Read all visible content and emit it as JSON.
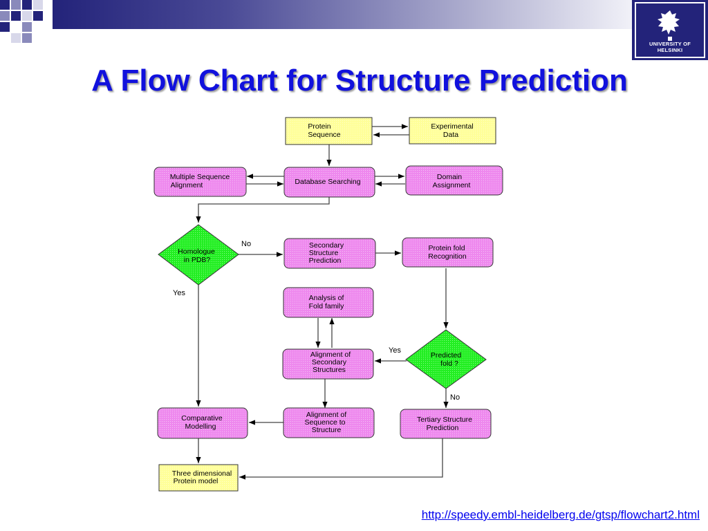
{
  "slide": {
    "title": "A Flow Chart for Structure Prediction",
    "logo_text": "UNIVERSITY OF HELSINKI",
    "source_url": "http://speedy.embl-heidelberg.de/gtsp/flowchart2.html"
  },
  "colors": {
    "title": "#1111dd",
    "process_fill": "#ee88ee",
    "io_fill": "#ffff99",
    "decision_fill": "#22ee22",
    "banner": "#23237a"
  },
  "flowchart": {
    "nodes": [
      {
        "id": "protein-sequence",
        "shape": "io",
        "lines": [
          "Protein",
          "Sequence"
        ]
      },
      {
        "id": "experimental-data",
        "shape": "io",
        "lines": [
          "Experimental",
          "Data"
        ]
      },
      {
        "id": "multiple-sequence-alignment",
        "shape": "process",
        "lines": [
          "Multiple Sequence",
          "Alignment"
        ]
      },
      {
        "id": "database-searching",
        "shape": "process",
        "lines": [
          "Database Searching"
        ]
      },
      {
        "id": "domain-assignment",
        "shape": "process",
        "lines": [
          "Domain",
          "Assignment"
        ]
      },
      {
        "id": "homologue-in-pdb",
        "shape": "decision",
        "lines": [
          "Homologue",
          "in PDB?"
        ]
      },
      {
        "id": "secondary-structure-prediction",
        "shape": "process",
        "lines": [
          "Secondary",
          "Structure",
          "Prediction"
        ]
      },
      {
        "id": "protein-fold-recognition",
        "shape": "process",
        "lines": [
          "Protein fold",
          "Recognition"
        ]
      },
      {
        "id": "analysis-of-fold-family",
        "shape": "process",
        "lines": [
          "Analysis of",
          "Fold family"
        ]
      },
      {
        "id": "alignment-of-secondary-structures",
        "shape": "process",
        "lines": [
          "Alignment of",
          "Secondary",
          "Structures"
        ]
      },
      {
        "id": "predicted-fold",
        "shape": "decision",
        "lines": [
          "Predicted",
          "fold ?"
        ]
      },
      {
        "id": "comparative-modelling",
        "shape": "process",
        "lines": [
          "Comparative",
          "Modelling"
        ]
      },
      {
        "id": "alignment-of-sequence-to-structure",
        "shape": "process",
        "lines": [
          "Alignment of",
          "Sequence to",
          "Structure"
        ]
      },
      {
        "id": "tertiary-structure-prediction",
        "shape": "process",
        "lines": [
          "Tertiary Structure",
          "Prediction"
        ]
      },
      {
        "id": "three-dimensional-protein-model",
        "shape": "io",
        "lines": [
          "Three dimensional",
          "Protein model"
        ]
      }
    ],
    "edges": [
      {
        "from": "protein-sequence",
        "to": "experimental-data"
      },
      {
        "from": "experimental-data",
        "to": "protein-sequence"
      },
      {
        "from": "protein-sequence",
        "to": "database-searching"
      },
      {
        "from": "database-searching",
        "to": "multiple-sequence-alignment"
      },
      {
        "from": "multiple-sequence-alignment",
        "to": "database-searching"
      },
      {
        "from": "database-searching",
        "to": "domain-assignment"
      },
      {
        "from": "domain-assignment",
        "to": "database-searching"
      },
      {
        "from": "database-searching",
        "to": "homologue-in-pdb"
      },
      {
        "from": "homologue-in-pdb",
        "to": "secondary-structure-prediction",
        "label": "No"
      },
      {
        "from": "homologue-in-pdb",
        "to": "comparative-modelling",
        "label": "Yes"
      },
      {
        "from": "secondary-structure-prediction",
        "to": "protein-fold-recognition"
      },
      {
        "from": "protein-fold-recognition",
        "to": "predicted-fold"
      },
      {
        "from": "predicted-fold",
        "to": "alignment-of-secondary-structures",
        "label": "Yes"
      },
      {
        "from": "predicted-fold",
        "to": "tertiary-structure-prediction",
        "label": "No"
      },
      {
        "from": "analysis-of-fold-family",
        "to": "alignment-of-secondary-structures"
      },
      {
        "from": "alignment-of-secondary-structures",
        "to": "analysis-of-fold-family"
      },
      {
        "from": "alignment-of-secondary-structures",
        "to": "alignment-of-sequence-to-structure"
      },
      {
        "from": "alignment-of-sequence-to-structure",
        "to": "comparative-modelling"
      },
      {
        "from": "comparative-modelling",
        "to": "three-dimensional-protein-model"
      },
      {
        "from": "tertiary-structure-prediction",
        "to": "three-dimensional-protein-model"
      }
    ]
  }
}
